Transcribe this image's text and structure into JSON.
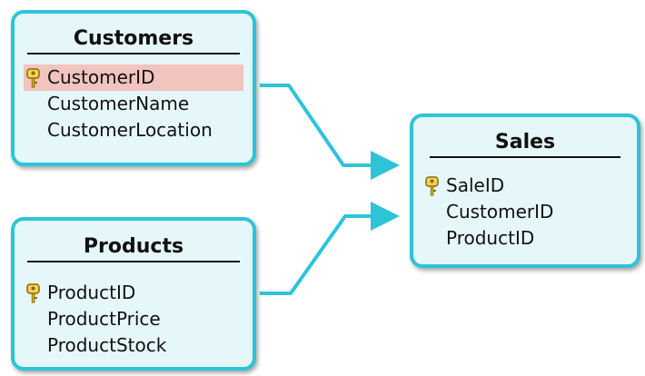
{
  "tables": {
    "customers": {
      "title": "Customers",
      "fields": [
        "CustomerID",
        "CustomerName",
        "CustomerLocation"
      ],
      "primary_key": "CustomerID"
    },
    "products": {
      "title": "Products",
      "fields": [
        "ProductID",
        "ProductPrice",
        "ProductStock"
      ],
      "primary_key": "ProductID"
    },
    "sales": {
      "title": "Sales",
      "fields": [
        "SaleID",
        "CustomerID",
        "ProductID"
      ],
      "primary_key": "SaleID"
    }
  },
  "relationships": [
    {
      "from": "Customers.CustomerID",
      "to": "Sales"
    },
    {
      "from": "Products.ProductID",
      "to": "Sales"
    }
  ],
  "colors": {
    "border": "#2ec4d8",
    "fill": "#e6f7fa",
    "highlight": "#f2c4be",
    "key_icon": "#e6b81e",
    "connector": "#2ec4d8"
  },
  "icons": {
    "primary_key": "key-icon"
  }
}
